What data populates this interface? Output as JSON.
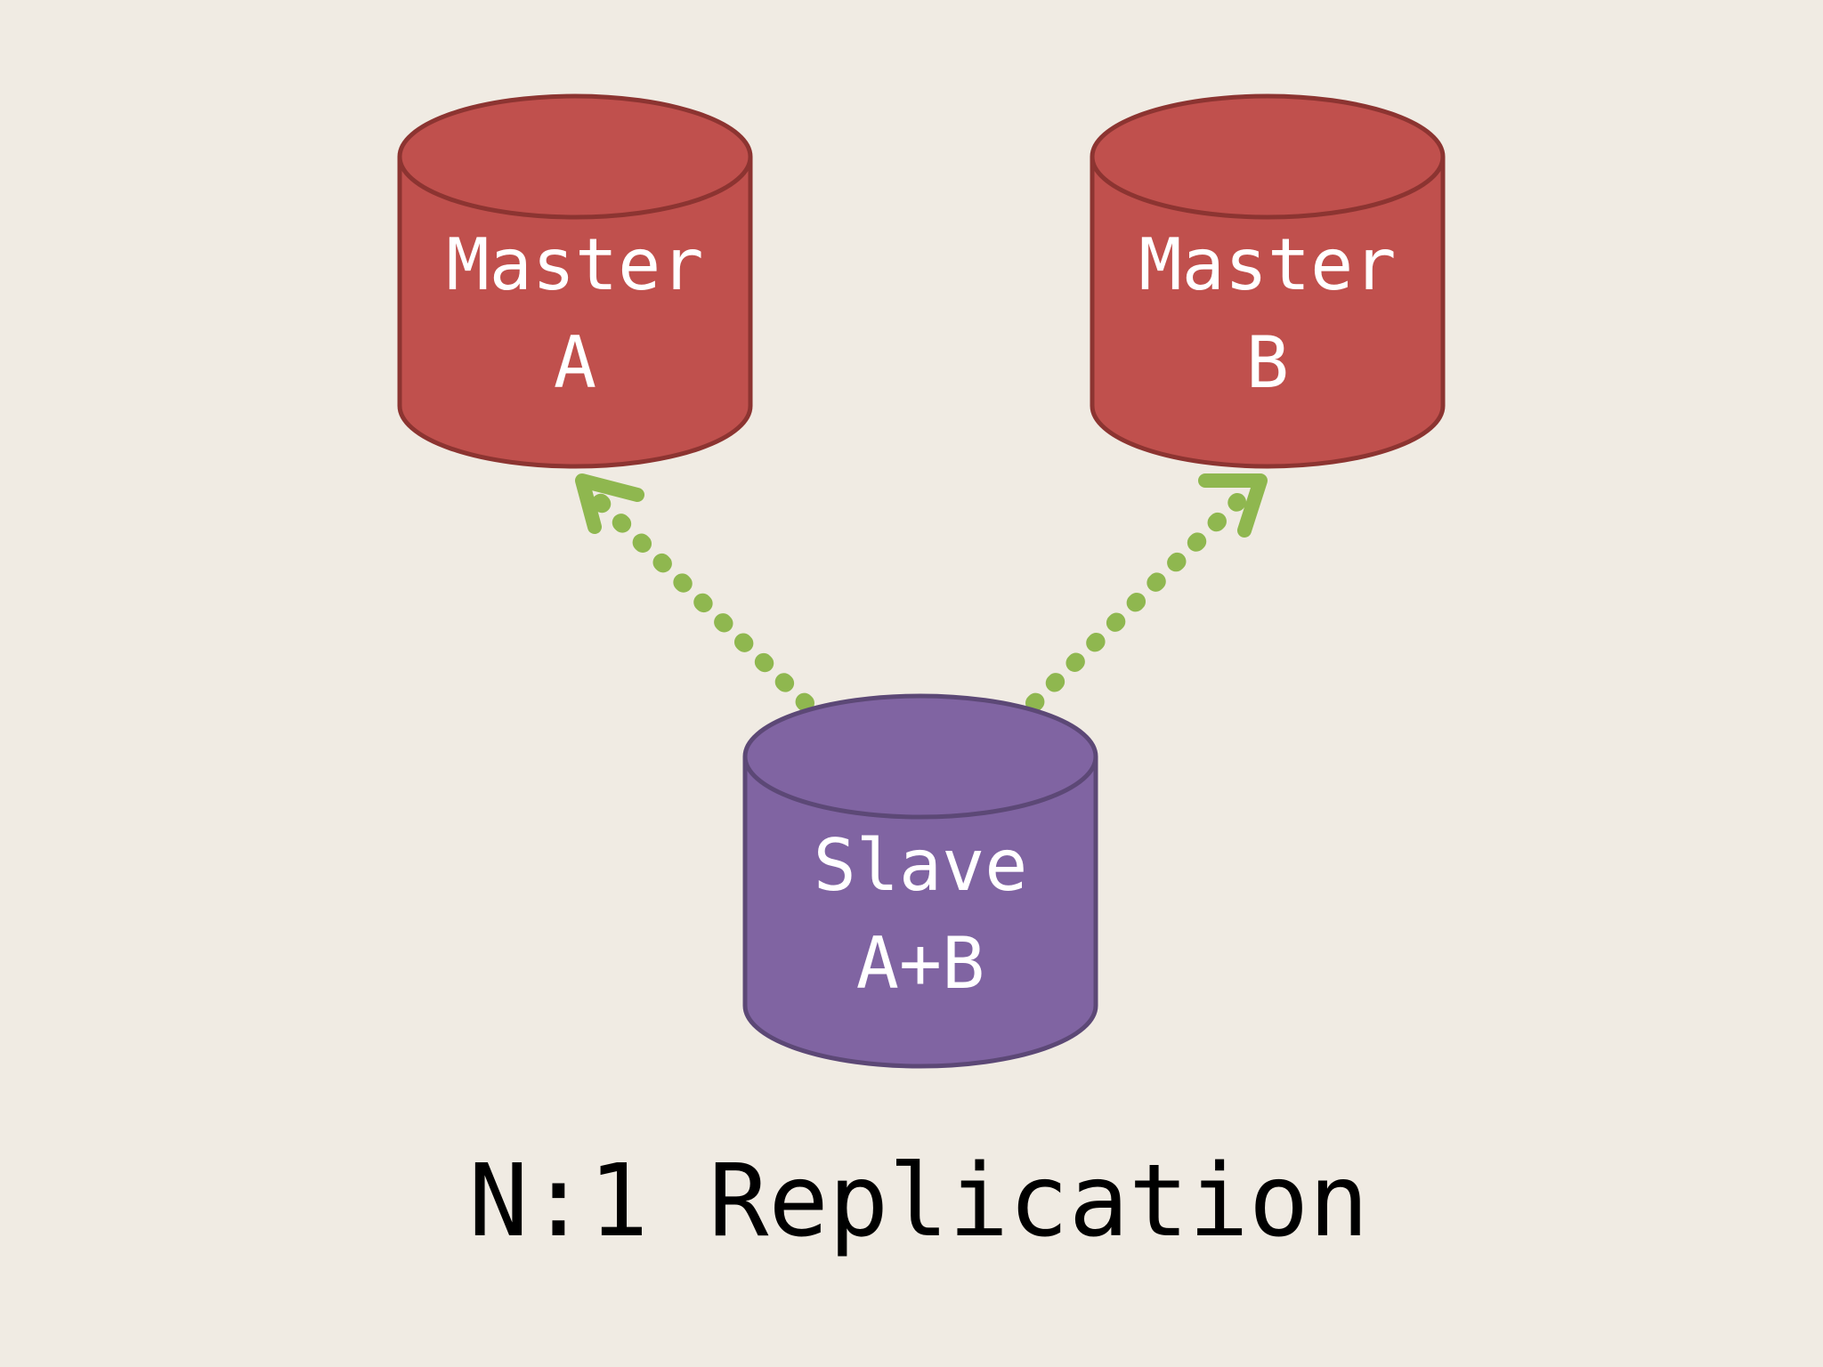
{
  "colors": {
    "background": "#F0EBE3",
    "master_fill": "#C0504D",
    "master_stroke": "#8C3431",
    "slave_fill": "#8064A2",
    "slave_stroke": "#5C4876",
    "arrow": "#8FB74F",
    "label_text": "#FFFFFF",
    "caption_text": "#000000"
  },
  "nodes": {
    "master_a": {
      "line1": "Master",
      "line2": "A"
    },
    "master_b": {
      "line1": "Master",
      "line2": "B"
    },
    "slave": {
      "line1": "Slave",
      "line2": "A+B"
    }
  },
  "edges": [
    {
      "from": "slave",
      "to": "master_a",
      "style": "dotted",
      "icon": "arrow-up-left"
    },
    {
      "from": "slave",
      "to": "master_b",
      "style": "dotted",
      "icon": "arrow-up-right"
    }
  ],
  "caption": "N:1 Replication"
}
